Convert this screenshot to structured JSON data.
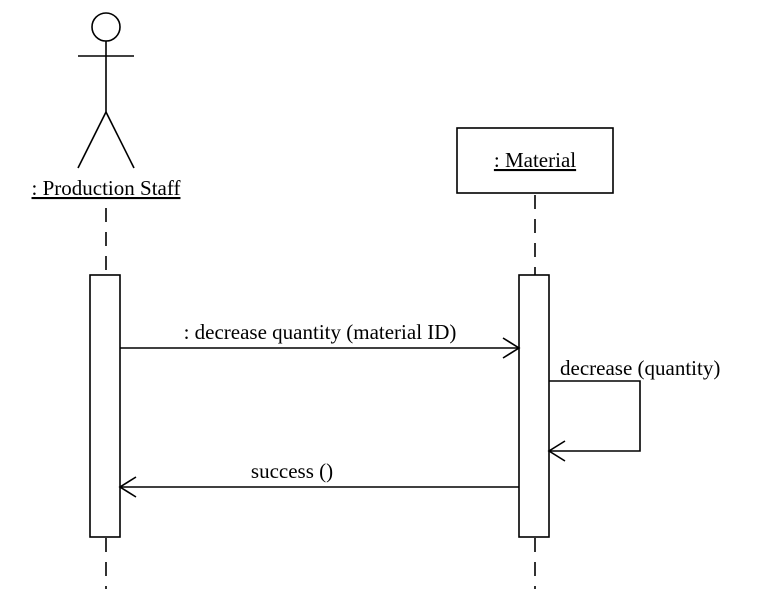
{
  "participants": {
    "staff": {
      "label": ": Production Staff"
    },
    "material": {
      "label": ": Material"
    }
  },
  "messages": {
    "decrease_quantity": ": decrease quantity (material ID)",
    "decrease": "decrease (quantity)",
    "success": "success ()"
  }
}
